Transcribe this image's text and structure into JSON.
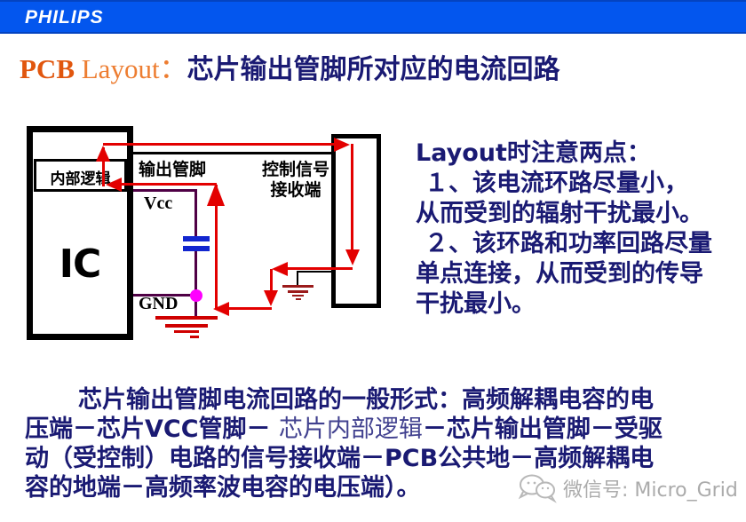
{
  "header": {
    "brand": "PHILIPS"
  },
  "title": {
    "pcb": "PCB",
    "layout": " Layout",
    "colon": "：",
    "chinese": "芯片输出管脚所对应的电流回路"
  },
  "diagram": {
    "ic_label": "IC",
    "internal_logic_label": "内部逻辑",
    "output_pin_label": "输出管脚",
    "vcc_label": "Vcc",
    "gnd_label": "GND",
    "receiver_label_line1": "控制信号",
    "receiver_label_line2": "接收端"
  },
  "notes": {
    "lines": [
      "Layout时注意两点：",
      "１、该电流环路尽量小，",
      "从而受到的辐射干扰最小。",
      "２、该环路和功率回路尽量",
      "单点连接，从而受到的传导",
      "干扰最小。"
    ]
  },
  "paragraph": {
    "line1": "芯片输出管脚电流回路的一般形式：高频解耦电容的电",
    "line2_a": "压端－芯片VCC管脚－ ",
    "line2_b": "芯片内部逻辑",
    "line2_c": "－芯片输出管脚－受驱",
    "line3": "动（受控制）电路的信号接收端－PCB公共地－高频解耦电",
    "line4": "容的地端－高频率波电容的电压端）。"
  },
  "watermark": {
    "text": "微信号: Micro_Grid"
  },
  "colors": {
    "barblue": "#0356ee",
    "navy": "#1a1a73",
    "orange1": "#e1560e",
    "orange2": "#ed7d31",
    "red": "#e30000",
    "darkred": "#9b1b1b",
    "groundred": "#cf0000",
    "purple": "#4f0045",
    "capblue": "#1226cf",
    "magenta": "#ff00ff",
    "gray": "#ababab"
  }
}
